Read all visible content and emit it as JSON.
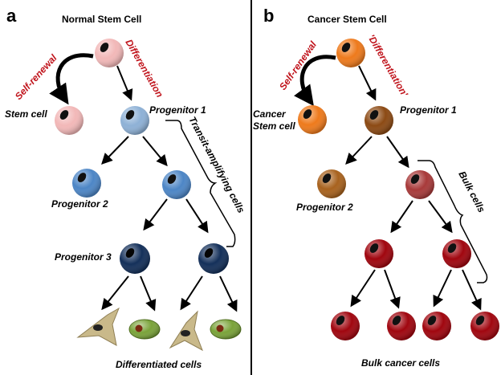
{
  "panel_a": {
    "letter": "a",
    "title": "Normal Stem Cell",
    "self_renewal": "Self-renewal",
    "differentiation": "Differentiation",
    "stem_cell": "Stem cell",
    "progenitor_1": "Progenitor 1",
    "progenitor_2": "Progenitor 2",
    "progenitor_3": "Progenitor 3",
    "bracket_label": "Transit-amplifying cells",
    "footer": "Differentiated cells"
  },
  "panel_b": {
    "letter": "b",
    "title": "Cancer Stem Cell",
    "self_renewal": "Self-renewal",
    "differentiation": "'Differentiation'",
    "cancer_stem_cell_line1": "Cancer",
    "cancer_stem_cell_line2": "Stem cell",
    "progenitor_1": "Progenitor 1",
    "progenitor_2": "Progenitor 2",
    "bracket_label": "Bulk cells",
    "footer": "Bulk cancer cells"
  },
  "colors": {
    "normal_stem": "#f2b8b8",
    "normal_prog1": "#8eb1d6",
    "normal_prog2": "#4d86c6",
    "normal_prog3": "#14305a",
    "differentiated_cell": "#c9b98a",
    "differentiated_oval": "#7aa33a",
    "cancer_stem": "#ee7a1c",
    "cancer_prog1": "#8c4a14",
    "cancer_prog2": "#a8621e",
    "bulk_top": "#a83a3a",
    "bulk_cell": "#a0060f",
    "label_red": "#c0141c"
  }
}
